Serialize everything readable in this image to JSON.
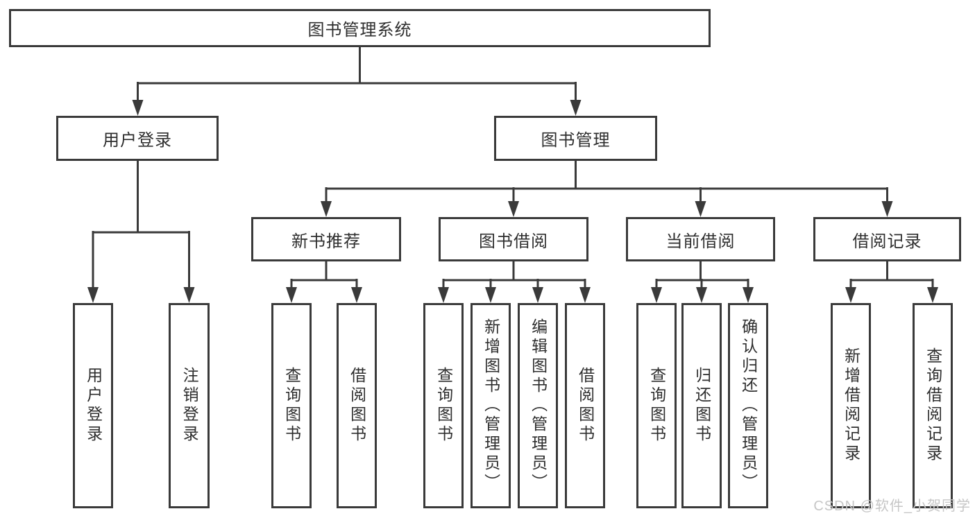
{
  "diagram": {
    "root": {
      "label": "图书管理系统"
    },
    "user_login": {
      "label": "用户登录",
      "children": [
        {
          "label": "用户登录"
        },
        {
          "label": "注销登录"
        }
      ]
    },
    "book_management": {
      "label": "图书管理",
      "new_book_recommend": {
        "label": "新书推荐",
        "children": [
          {
            "label": "查询图书"
          },
          {
            "label": "借阅图书"
          }
        ]
      },
      "book_borrowing": {
        "label": "图书借阅",
        "children": [
          {
            "label": "查询图书"
          },
          {
            "label": "新增图书（管理员）"
          },
          {
            "label": "编辑图书（管理员）"
          },
          {
            "label": "借阅图书"
          }
        ]
      },
      "current_borrowing": {
        "label": "当前借阅",
        "children": [
          {
            "label": "查询图书"
          },
          {
            "label": "归还图书"
          },
          {
            "label": "确认归还（管理员）"
          }
        ]
      },
      "borrowing_records": {
        "label": "借阅记录",
        "children": [
          {
            "label": "新增借阅记录"
          },
          {
            "label": "查询借阅记录"
          }
        ]
      }
    }
  },
  "watermark": {
    "text": "CSDN @软件_小贺同学"
  },
  "colors": {
    "line": "#3a3a3a",
    "text": "#2e2e2e",
    "watermark": "#c6c6c6",
    "background": "#ffffff"
  }
}
